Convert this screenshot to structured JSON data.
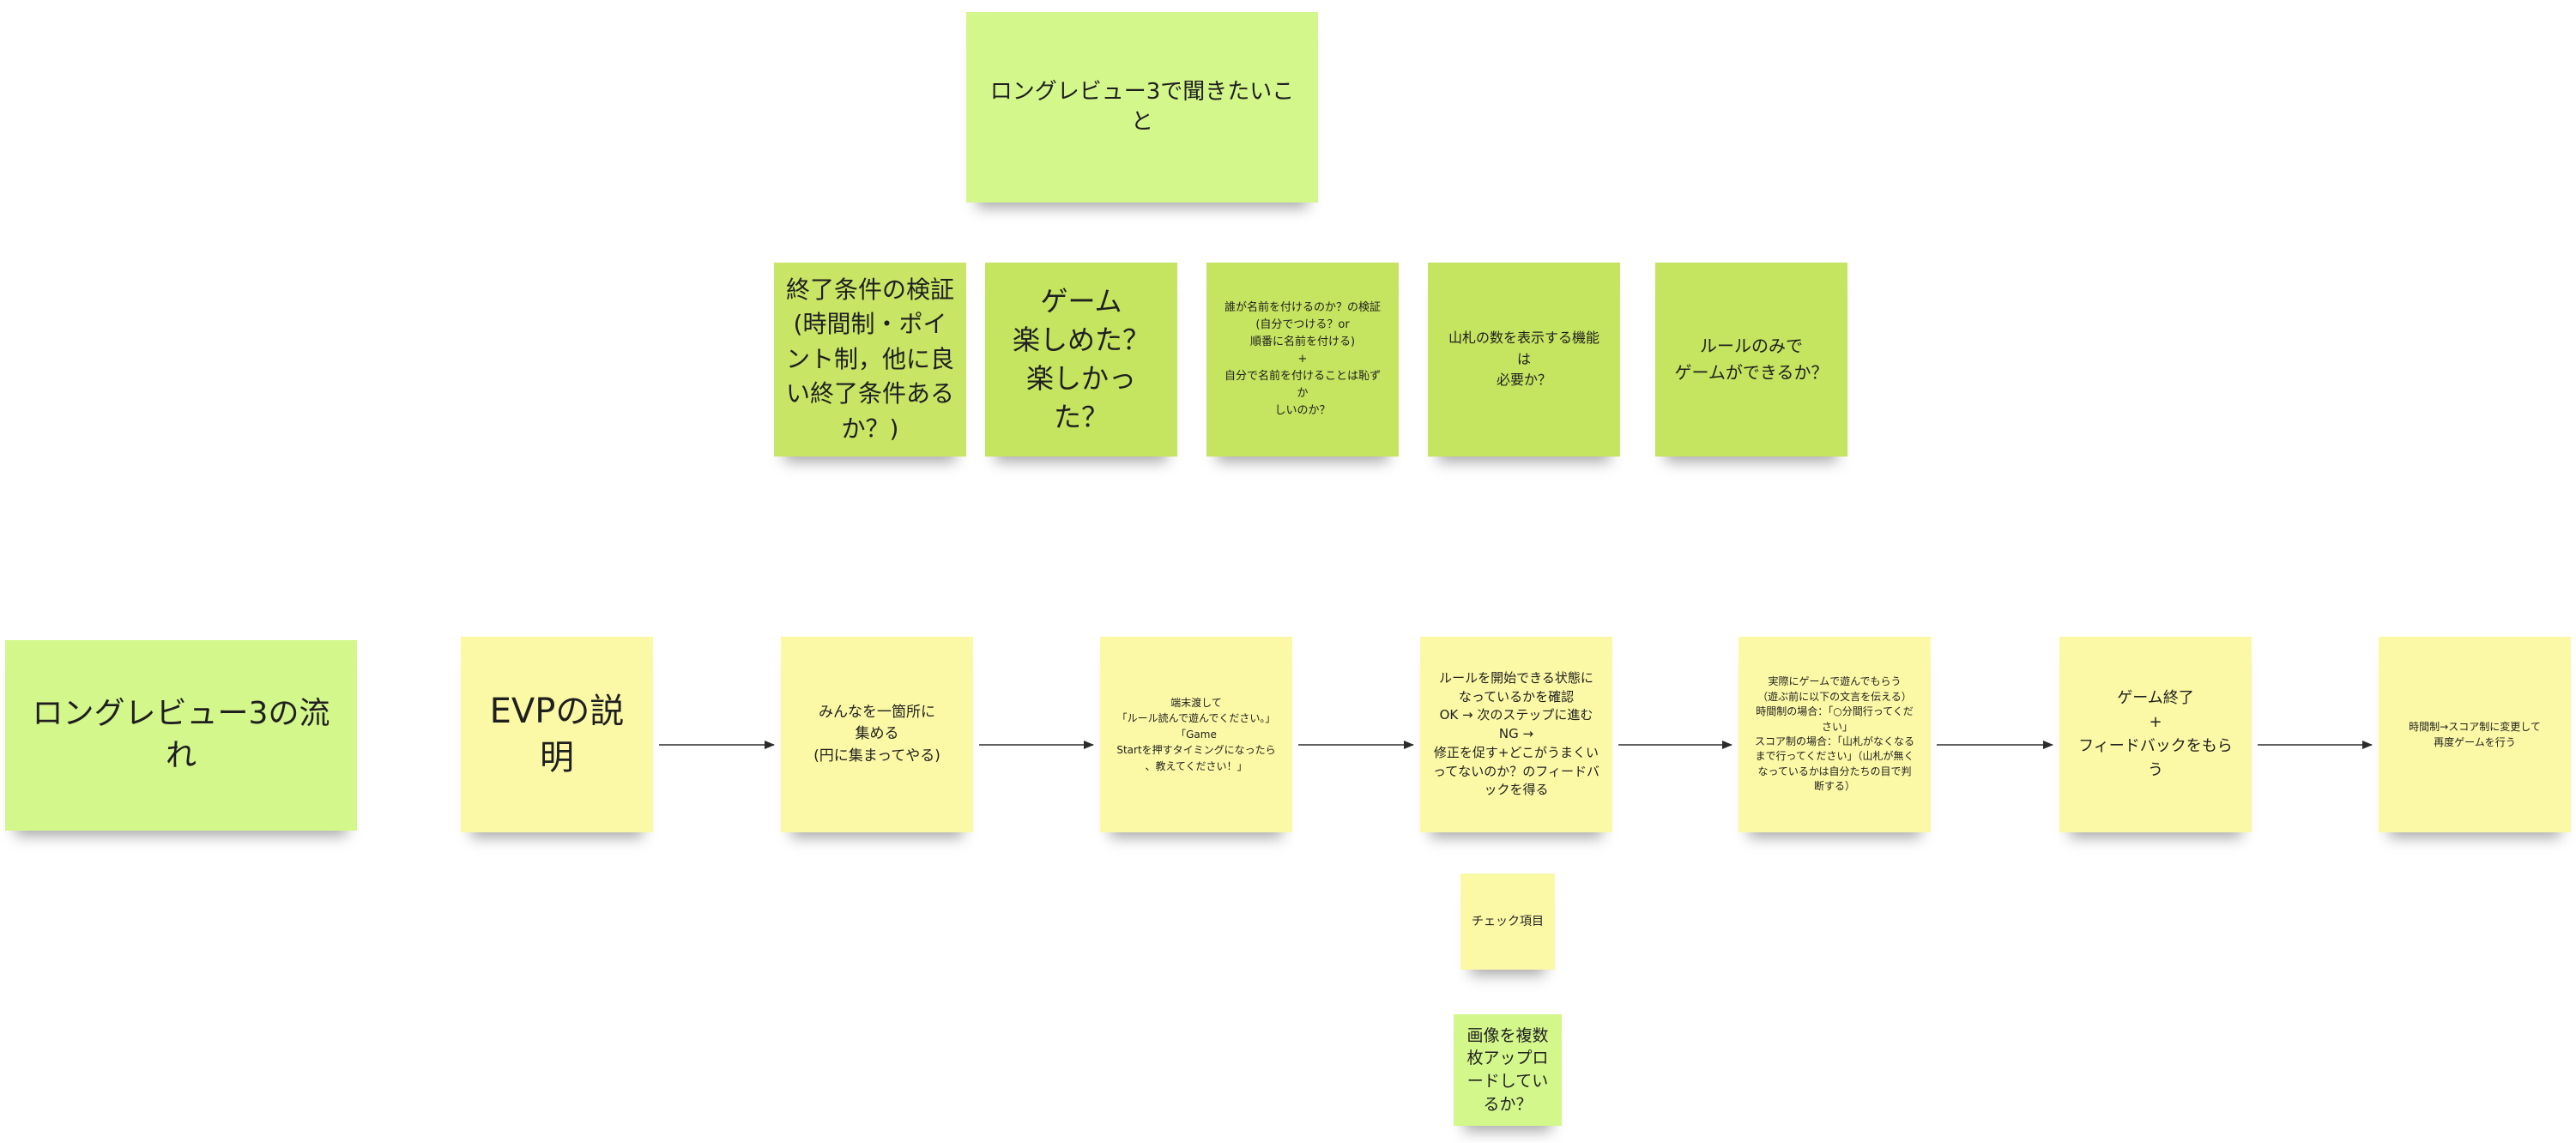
{
  "board": {
    "title_note": "ロングレビュー3で聞きたいこと",
    "questions": [
      "終了条件の検証\n(時間制・ポイ\nント制，他に良\nい終了条件ある\nか？)",
      "ゲーム\n楽しめた？\n楽しかった？",
      "誰が名前を付けるのか？の検証\n(自分でつける？or\n順番に名前を付ける)\n+\n自分で名前を付けることは恥ずか\nしいのか？",
      "山札の数を表示する機能は\n必要か？",
      "ルールのみで\nゲームができるか？"
    ],
    "flow_title": "ロングレビュー3の流れ",
    "steps": [
      "EVPの説明",
      "みんなを一箇所に\n集める\n(円に集まってやる)",
      "端末渡して\n「ルール読んで遊んでください。」\n「Game\nStartを押すタイミングになったら\n、教えてください！」",
      "ルールを開始できる状態に\nなっているかを確認\nOK → 次のステップに進む\nNG →\n修正を促す+どこがうまくい\nってないのか？のフィードバ\nックを得る",
      "実際にゲームで遊んでもらう\n（遊ぶ前に以下の文言を伝える）\n時間制の場合：｢○分間行ってくだ\nさい｣\nスコア制の場合：｢山札がなくなる\nまで行ってください｣（山札が無く\nなっているかは自分たちの目で判\n断する）",
      "ゲーム終了\n+\nフィードバックをもらう",
      "時間制→スコア制に変更して\n再度ゲームを行う"
    ],
    "check_note": "チェック項目",
    "upload_note": "画像を複数\n枚アップロ\nードしてい\nるか？"
  },
  "colors": {
    "light_green": "#d4f78c",
    "green": "#c8e565",
    "yellow": "#fcf9a6",
    "arrow": "#2b2b2b"
  }
}
